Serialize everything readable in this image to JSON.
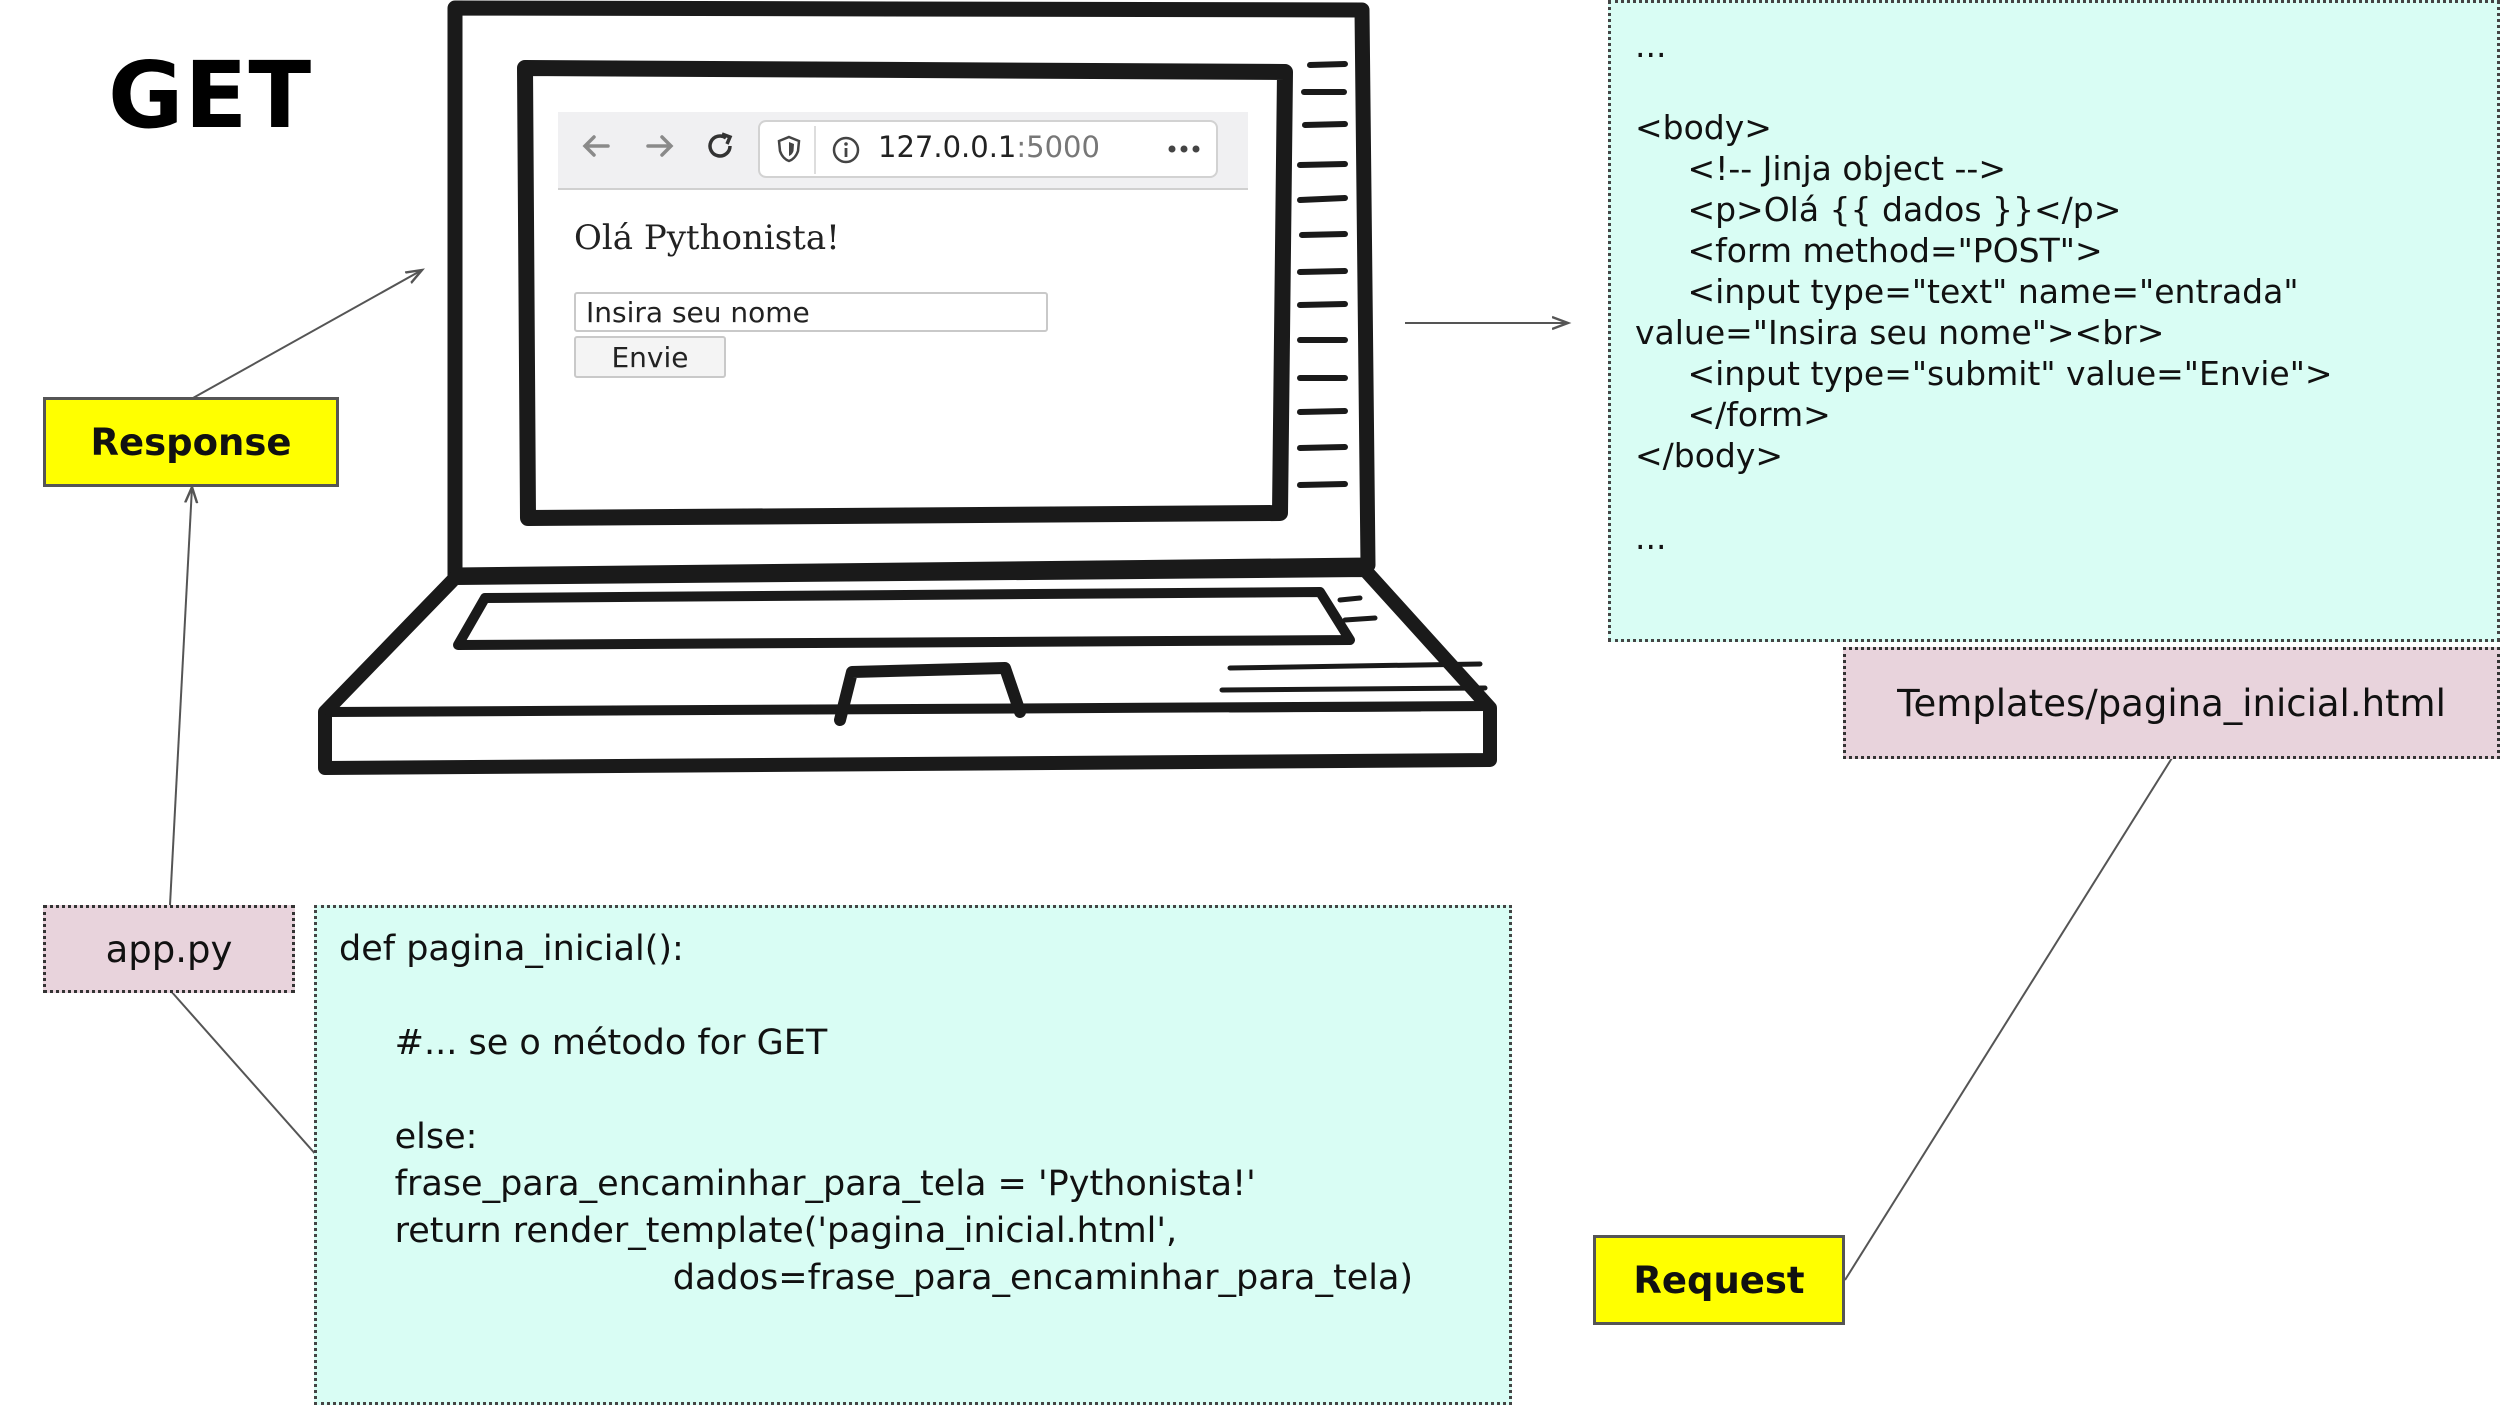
{
  "title": "GET",
  "labels": {
    "response": "Response",
    "request": "Request",
    "app_file": "app.py",
    "template_file": "Templates/pagina_inicial.html"
  },
  "browser": {
    "url_host": "127.0.0.1",
    "url_port": ":5000",
    "greeting": "Olá Pythonista!",
    "input_value": "Insira seu nome",
    "submit_label": "Envie",
    "icons": [
      "back-arrow-icon",
      "forward-arrow-icon",
      "reload-icon",
      "shield-icon",
      "info-icon",
      "more-icon"
    ]
  },
  "html_code": [
    "...",
    "",
    "<body>",
    "     <!-- Jinja object -->",
    "     <p>Olá {{ dados }}</p>",
    "     <form method=\"POST\">",
    "     <input type=\"text\" name=\"entrada\" value=\"Insira seu nome\"><br>",
    "     <input type=\"submit\" value=\"Envie\">",
    "     </form>",
    "</body>",
    "",
    "..."
  ],
  "py_code": [
    "def pagina_inicial():",
    "",
    "     #... se o método for GET",
    "",
    "     else:",
    "     frase_para_encaminhar_para_tela = 'Pythonista!'",
    "     return render_template('pagina_inicial.html',",
    "                              dados=frase_para_encaminhar_para_tela)"
  ]
}
